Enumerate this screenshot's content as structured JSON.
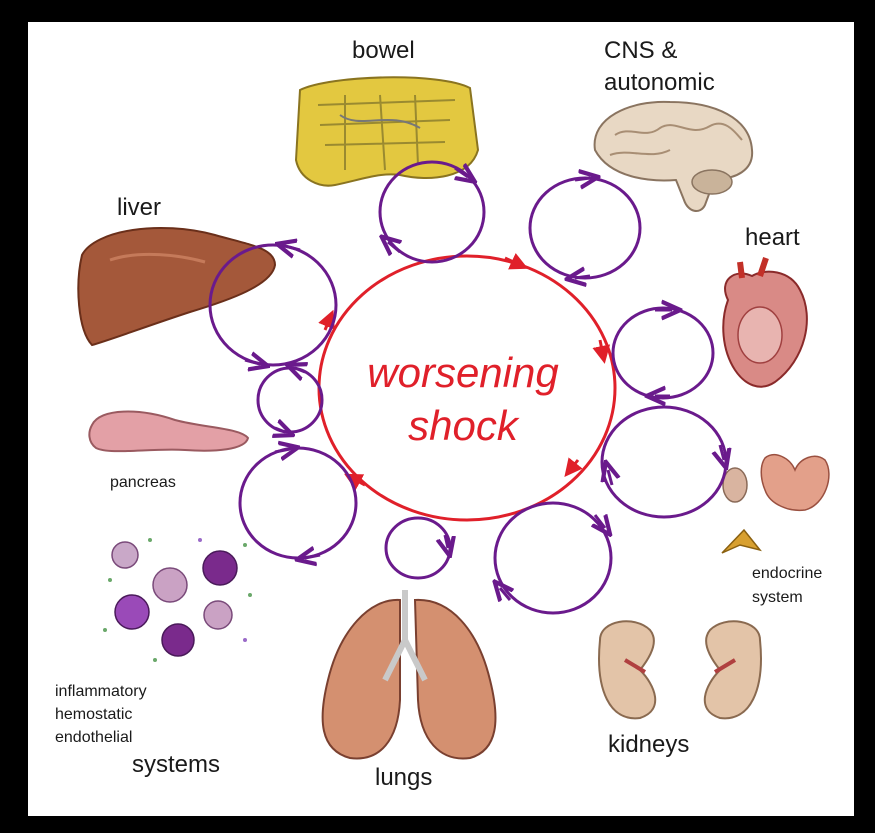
{
  "center": {
    "line1": "worsening",
    "line2": "shock"
  },
  "organs": {
    "bowel": "bowel",
    "cns_line1": "CNS &",
    "cns_line2": "autonomic",
    "heart": "heart",
    "liver": "liver",
    "pancreas": "pancreas",
    "endocrine_line1": "endocrine",
    "endocrine_line2": "system",
    "kidneys": "kidneys",
    "lungs": "lungs",
    "systems_line1": "inflammatory",
    "systems_line2": "hemostatic",
    "systems_line3": "endothelial",
    "systems_line4": "systems"
  },
  "colors": {
    "central_cycle": "#e0202a",
    "organ_cycles": "#6a1a8c",
    "background": "#ffffff",
    "frame": "#000000"
  }
}
